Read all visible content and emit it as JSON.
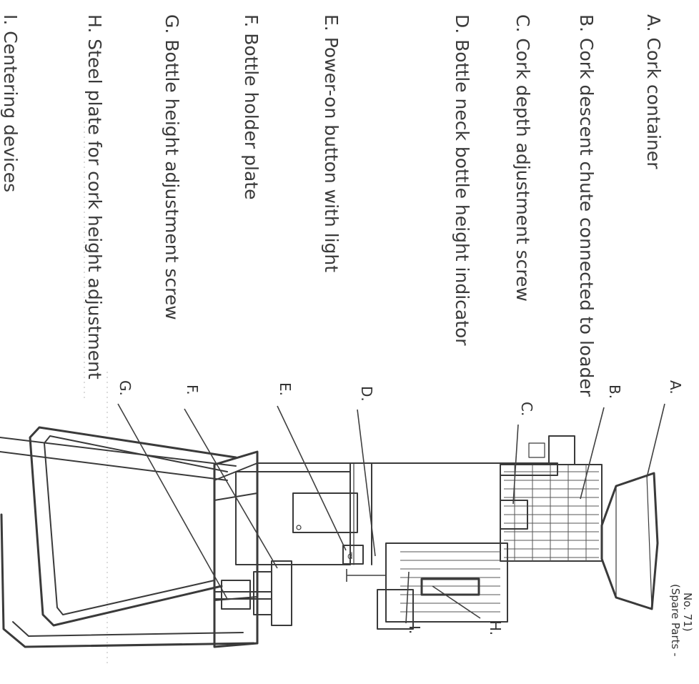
{
  "legend": {
    "a": "A. Cork container",
    "b": "B. Cork descent chute connected to loader",
    "c": "C. Cork depth adjustment screw",
    "d": "D. Bottle neck bottle height indicator",
    "e": "E. Power-on button with light",
    "f": "F. Bottle holder plate",
    "g": "G. Bottle height adjustment screw",
    "h": "H. Steel plate for cork height adjustment",
    "i": "I. Centering devices"
  },
  "callouts": {
    "a": "A.",
    "b": "B.",
    "c": "C.",
    "d": "D.",
    "e": "E.",
    "f": "F.",
    "g": "G.",
    "h": "H.",
    "i": "I."
  },
  "spare_parts": {
    "line1": "(Spare Parts -",
    "line2": "No. 71)"
  },
  "colors": {
    "ink": "#3a3a3a",
    "paper": "#ffffff"
  }
}
